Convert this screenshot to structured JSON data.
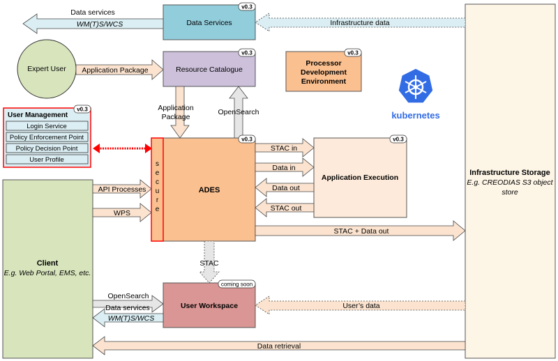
{
  "boxes": {
    "data_services": {
      "title": "Data Services",
      "version": "v0.3"
    },
    "resource_catalogue": {
      "title": "Resource Catalogue",
      "version": "v0.3"
    },
    "processor_dev": {
      "line1": "Processor",
      "line2": "Development",
      "line3": "Environment",
      "version": "v0.3"
    },
    "expert_user": {
      "title": "Expert User"
    },
    "user_management": {
      "title": "User Management",
      "version": "v0.3",
      "items": [
        "Login Service",
        "Policy Enforcement Point",
        "Policy Decision Point",
        "User Profile"
      ]
    },
    "ades": {
      "title": "ADES",
      "version": "v0.3",
      "secure_letters": [
        "s",
        "e",
        "c",
        "u",
        "r",
        "e"
      ]
    },
    "app_execution": {
      "title": "Application Execution",
      "version": "v0.3"
    },
    "infrastructure_storage": {
      "title": "Infrastructure Storage",
      "subtitle_line1": "E.g. CREODIAS S3 object",
      "subtitle_line2": "store"
    },
    "client": {
      "title": "Client",
      "subtitle": "E.g. Web Portal, EMS, etc."
    },
    "user_workspace": {
      "title": "User Workspace",
      "badge": "coming soon"
    },
    "kubernetes": {
      "label": "kubernetes"
    }
  },
  "arrows": {
    "data_services_out": {
      "label": "Data services",
      "sublabel": "WM(T)S/WCS"
    },
    "infrastructure_data": {
      "label": "Infrastructure data"
    },
    "application_package_h": {
      "label": "Application Package"
    },
    "application_package_v": {
      "line1": "Application",
      "line2": "Package"
    },
    "opensearch_v": {
      "label": "OpenSearch"
    },
    "stac_in": {
      "label": "STAC in"
    },
    "data_in": {
      "label": "Data in"
    },
    "data_out": {
      "label": "Data out"
    },
    "stac_out": {
      "label": "STAC out"
    },
    "api_processes": {
      "label": "API Processes"
    },
    "wps": {
      "label": "WPS"
    },
    "stac_data_out": {
      "label": "STAC + Data out"
    },
    "stac_down": {
      "label": "STAC"
    },
    "opensearch_ws": {
      "label": "OpenSearch"
    },
    "data_services_ws": {
      "label": "Data services",
      "sublabel": "WM(T)S/WCS"
    },
    "users_data": {
      "label": "User’s data"
    },
    "data_retrieval": {
      "label": "Data retrieval"
    }
  },
  "colors": {
    "data_services_fill": "#92cddc",
    "catalogue_fill": "#ccc0da",
    "orange_fill": "#fac090",
    "expert_fill": "#d7e4bc",
    "client_fill": "#d7e4bc",
    "infra_fill": "#fdf5e6",
    "app_exec_fill": "#fdeada",
    "workspace_fill": "#d99694",
    "user_mgmt_fill": "#dbeef3",
    "arrow_blue": "#dbeef3",
    "arrow_peach": "#fbe3cf",
    "arrow_grey": "#e6e6e6",
    "secure_red": "#ff0000",
    "kubernetes_blue": "#326ce5"
  }
}
